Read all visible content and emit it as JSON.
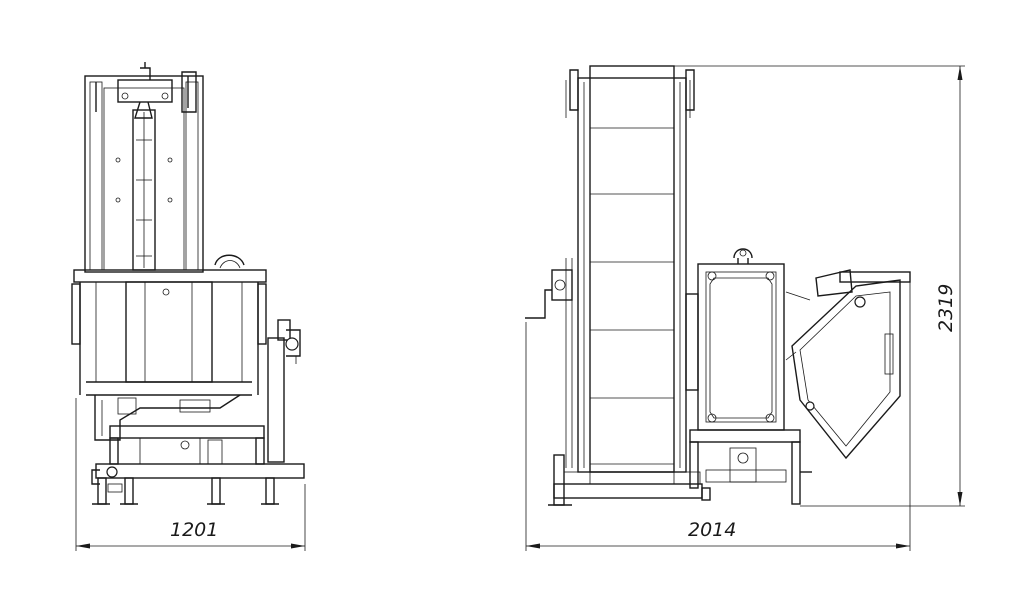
{
  "dimensions": {
    "front_width": "1201",
    "side_width": "2014",
    "height": "2319"
  }
}
